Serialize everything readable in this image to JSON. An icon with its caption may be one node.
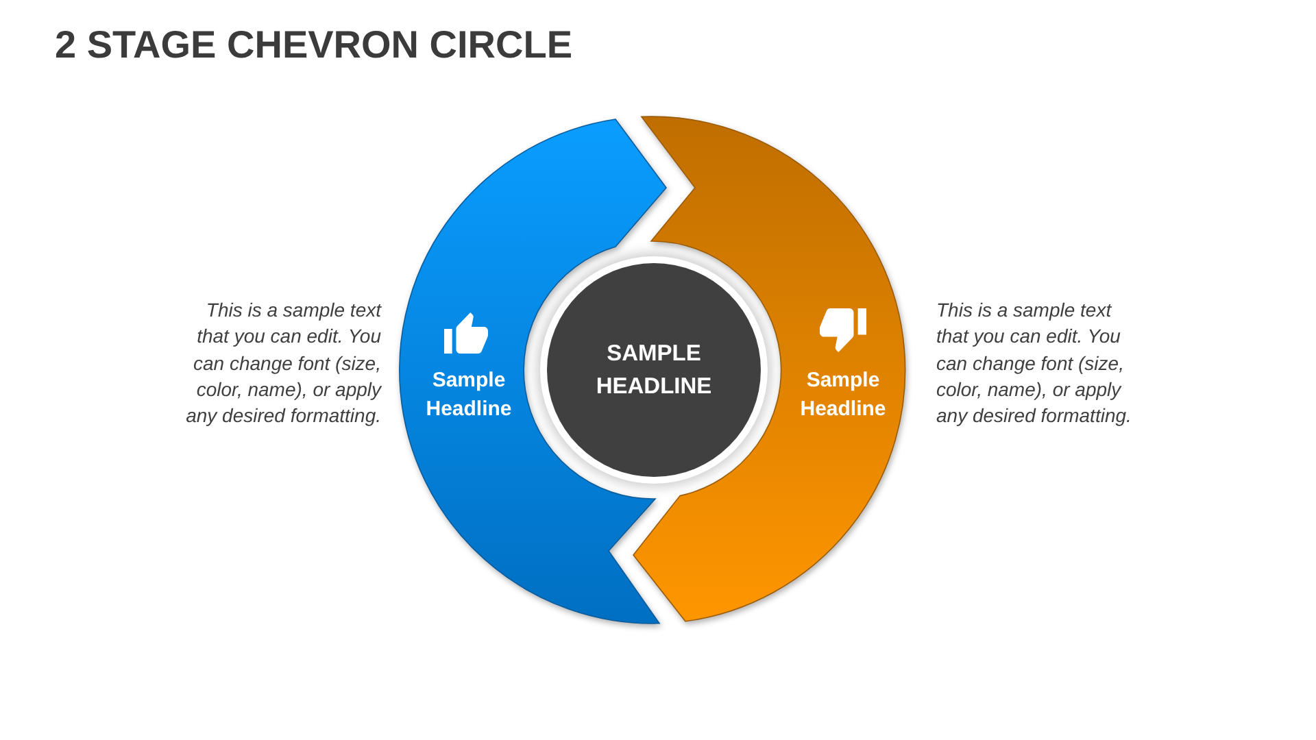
{
  "diagram": {
    "title": "2 STAGE CHEVRON CIRCLE",
    "nodes": [
      {
        "text": [
          "Sample Headline"
        ],
        "beside": [
          "This is a sample text that you can edit. You can change font (size, color, name), or apply any desired formatting."
        ]
      },
      {
        "text": [
          "SAMPLE HEADLINE"
        ]
      },
      {
        "text": [
          "Sample Headline"
        ],
        "beside": [
          "This is a sample text that you can edit. You can change font (size, color, name), or apply any desired formatting."
        ]
      }
    ]
  }
}
